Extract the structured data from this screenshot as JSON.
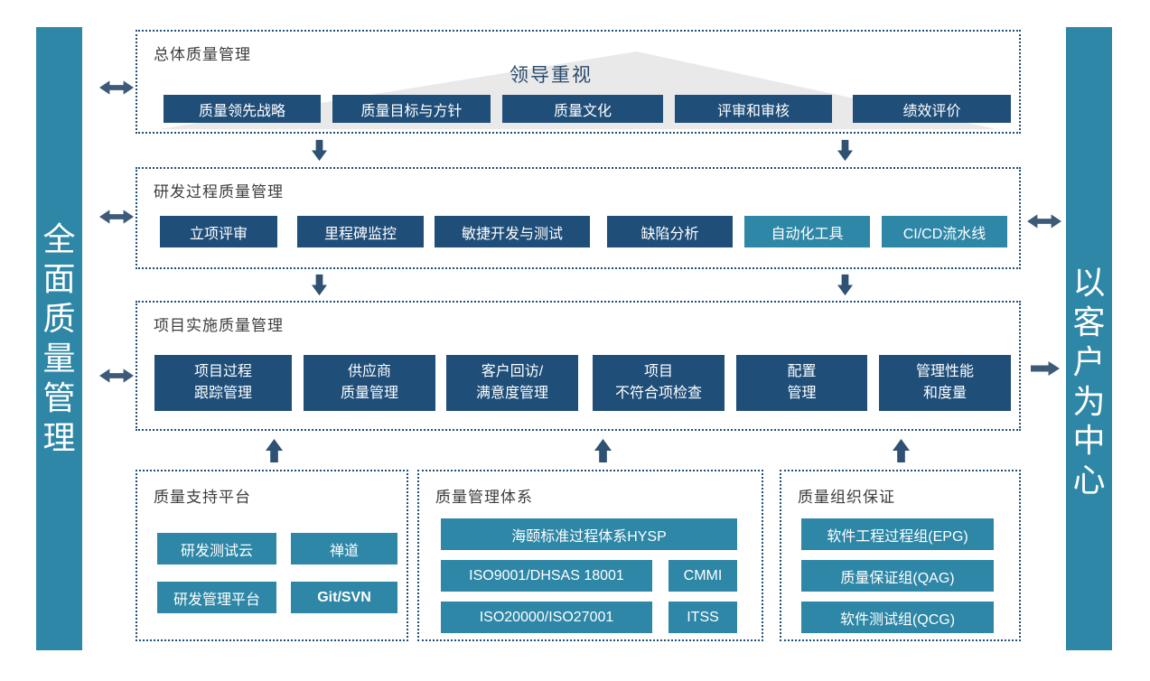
{
  "diagram": {
    "left_banner": "全面质量管理",
    "right_banner": "以客户为中心",
    "overall": {
      "title": "总体质量管理",
      "banner": "领导重视",
      "items": [
        "质量领先战略",
        "质量目标与方针",
        "质量文化",
        "评审和审核",
        "绩效评价"
      ]
    },
    "rdprocess": {
      "title": "研发过程质量管理",
      "items": [
        "立项评审",
        "里程碑监控",
        "敏捷开发与测试",
        "缺陷分析",
        "自动化工具",
        "CI/CD流水线"
      ]
    },
    "project": {
      "title": "项目实施质量管理",
      "items": [
        {
          "line1": "项目过程",
          "line2": "跟踪管理"
        },
        {
          "line1": "供应商",
          "line2": "质量管理"
        },
        {
          "line1": "客户回访/",
          "line2": "满意度管理"
        },
        {
          "line1": "项目",
          "line2": "不符合项检查"
        },
        {
          "line1": "配置",
          "line2": "管理"
        },
        {
          "line1": "管理性能",
          "line2": "和度量"
        }
      ]
    },
    "platform": {
      "title": "质量支持平台",
      "items": [
        "研发测试云",
        "禅道",
        "研发管理平台",
        "Git/SVN"
      ]
    },
    "system": {
      "title": "质量管理体系",
      "wide_item": "海颐标准过程体系HYSP",
      "items": [
        "ISO9001/DHSAS 18001",
        "CMMI",
        "ISO20000/ISO27001",
        "ITSS"
      ]
    },
    "organization": {
      "title": "质量组织保证",
      "items": [
        "软件工程过程组(EPG)",
        "质量保证组(QAG)",
        "软件测试组(QCG)"
      ]
    },
    "colors": {
      "dark_navy": "#1F4E79",
      "teal": "#2E87A6",
      "arrow_slate": "#3D5A78",
      "border_navy": "#1F4E79",
      "triangle_gray": "#E9E9E9"
    }
  }
}
